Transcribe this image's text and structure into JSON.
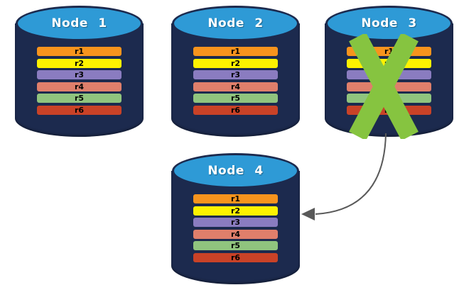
{
  "diagram": {
    "description": "Database replication diagram: four database nodes each holding rows r1-r6; Node 3 is failed (green X) and an arrow points from Node 3 to replacement Node 4",
    "colors": {
      "cylinder_body": "#1C2A4E",
      "cylinder_top": "#2E9AD6",
      "row_r1": "#F7941D",
      "row_r2": "#FDF200",
      "row_r3": "#8A7CC0",
      "row_r4": "#DF7F6B",
      "row_r5": "#90C47E",
      "row_r6": "#C94227",
      "failure_x": "#86C440",
      "arrow": "#595959",
      "title_text": "#FFFFFF",
      "row_text": "#000000"
    },
    "nodes": [
      {
        "label": "Node 1",
        "failed": false,
        "rows": [
          {
            "label": "r1"
          },
          {
            "label": "r2"
          },
          {
            "label": "r3"
          },
          {
            "label": "r4"
          },
          {
            "label": "r5"
          },
          {
            "label": "r6"
          }
        ]
      },
      {
        "label": "Node 2",
        "failed": false,
        "rows": [
          {
            "label": "r1"
          },
          {
            "label": "r2"
          },
          {
            "label": "r3"
          },
          {
            "label": "r4"
          },
          {
            "label": "r5"
          },
          {
            "label": "r6"
          }
        ]
      },
      {
        "label": "Node 3",
        "failed": true,
        "rows": [
          {
            "label": "r1"
          },
          {
            "label": "r2"
          },
          {
            "label": "r3"
          },
          {
            "label": "r4"
          },
          {
            "label": "r5"
          },
          {
            "label": "r6"
          }
        ]
      },
      {
        "label": "Node 4",
        "failed": false,
        "rows": [
          {
            "label": "r1"
          },
          {
            "label": "r2"
          },
          {
            "label": "r3"
          },
          {
            "label": "r4"
          },
          {
            "label": "r5"
          },
          {
            "label": "r6"
          }
        ]
      }
    ],
    "arrow": {
      "from": "Node 3",
      "to": "Node 4"
    }
  }
}
